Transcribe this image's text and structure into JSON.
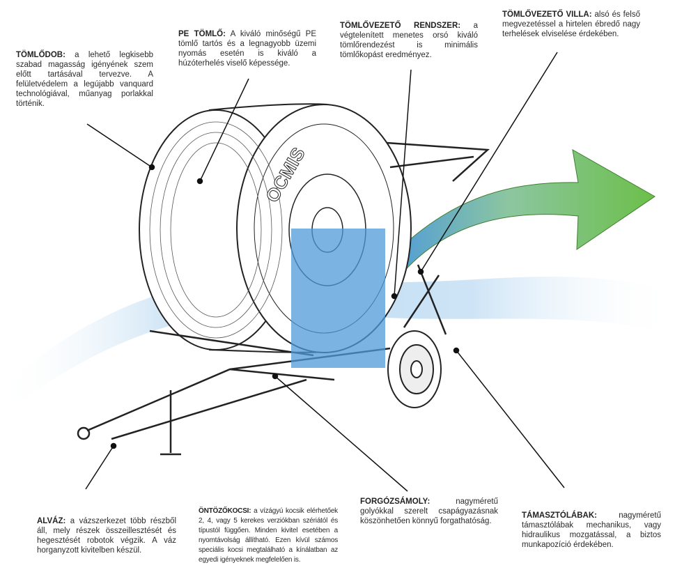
{
  "callouts": {
    "tomlodob": {
      "title": "TÖMLŐDOB:",
      "text": "a lehető legkisebb szabad magasság igényének szem előtt tartásával tervezve. A felületvédelem a legújabb vanquard technológiával, műanyag porlakkal történik."
    },
    "pe_tomlo": {
      "title": "PE TÖMLŐ:",
      "text": "A kiváló minőségű PE tömlő tartós és a legnagyobb üzemi nyomás esetén is kiváló a húzóterhelés viselő képessége."
    },
    "tomlovezeto_rendszer": {
      "title": "TÖMLŐVEZETŐ RENDSZER:",
      "text": "a végtelenített menetes orsó kiváló tömlőrendezést is minimális tömlőkopást eredményez."
    },
    "tomlovezeto_villa": {
      "title": "TÖMLŐVEZETŐ VILLA:",
      "text": "alsó és felső megvezetéssel a hirtelen ébredő nagy terhelések elviselése érdekében."
    },
    "alvaz": {
      "title": "ALVÁZ:",
      "text": "a vázszerkezet több részből áll, mely részek összeillesztését és hegesztését robotok végzik. A váz horganyzott kivitelben készül."
    },
    "ontozokocsi": {
      "title": "ÖNTÖZŐKOCSI:",
      "text": "a vízágyú kocsik elérhetőek 2, 4, vagy 5 kerekes verziókban szériától és típustól függően. Minden kivitel esetében a nyomtávolság állítható. Ezen kívül számos speciális kocsi megtalálható a kínálatban az egyedi igényeknek megfelelően is."
    },
    "forgozsamoly": {
      "title": "FORGÓZSÁMOLY:",
      "text": "nagyméretű golyókkal szerelt csapágyazásnak köszönhetően könnyű forgathatóság."
    },
    "tamasztolabak": {
      "title": "TÁMASZTÓLÁBAK:",
      "text": "nagyméretű támasztólábak mechanikus, vagy hidraulikus mozgatással, a biztos munkapozíció érdekében."
    }
  },
  "drum_logo": "OCMIS",
  "colors": {
    "highlight": "#4f9bd9",
    "arrow": "#6cbf4a",
    "water": "#9cc8ea"
  }
}
